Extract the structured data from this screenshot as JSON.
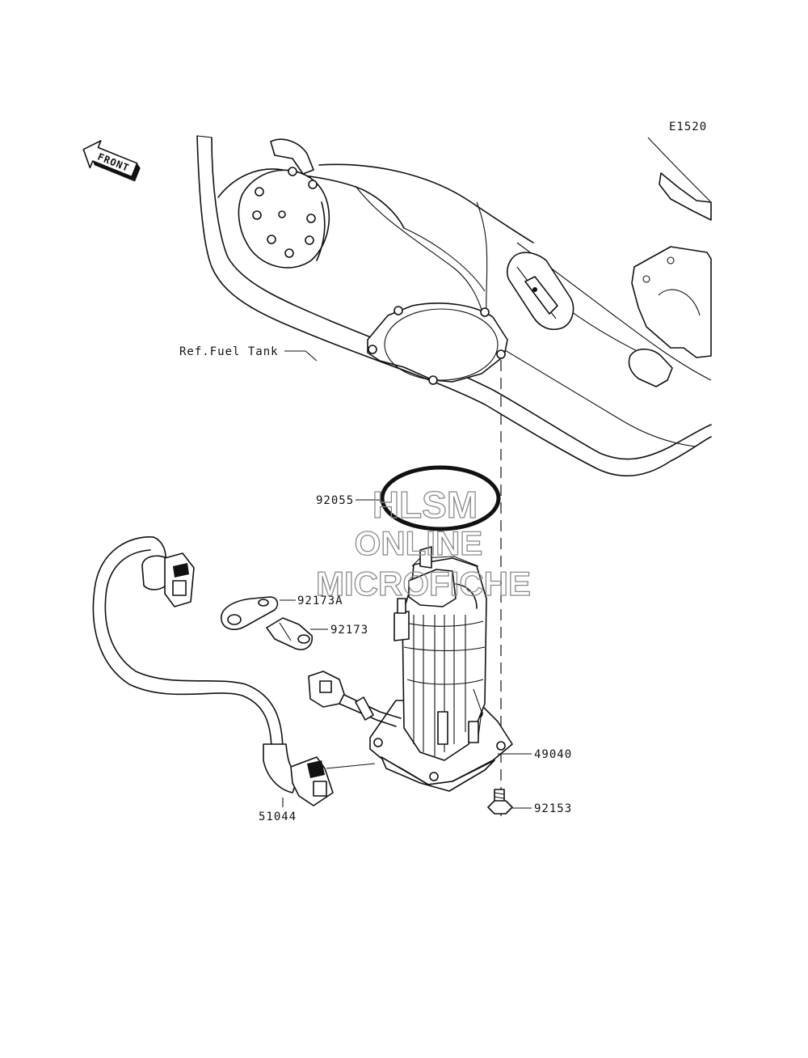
{
  "diagram_code": "E1520",
  "direction_arrow": {
    "text": "FRONT",
    "icon": "front-arrow-icon"
  },
  "reference_label": "Ref.Fuel Tank",
  "watermark": [
    "HLSM",
    "ONLINE",
    "MICROFICHE"
  ],
  "callouts": [
    {
      "id": "o-ring",
      "part_no": "92055"
    },
    {
      "id": "clamp-a",
      "part_no": "92173A"
    },
    {
      "id": "clamp",
      "part_no": "92173"
    },
    {
      "id": "fuel-pump",
      "part_no": "49040"
    },
    {
      "id": "bolt",
      "part_no": "92153"
    },
    {
      "id": "hose",
      "part_no": "51044"
    }
  ]
}
